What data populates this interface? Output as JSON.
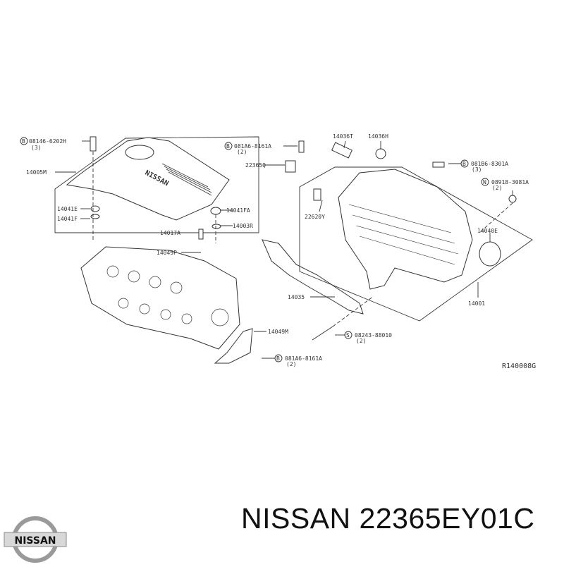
{
  "diagram": {
    "ref_code": "R140008G",
    "cover_brand": "NISSAN",
    "labels": {
      "bolt_cover": {
        "code": "08146-6202H",
        "qty": "(3)",
        "prefix": "B"
      },
      "cover": "14005M",
      "grommet_e": "14041E",
      "grommet_f": "14041F",
      "grommet_fa": "14041FA",
      "bolt_r": "14003R",
      "bolt_a": "14017A",
      "bracket_p": "14049P",
      "bolt_sensor": {
        "code": "081A6-8161A",
        "qty": "(2)",
        "prefix": "B"
      },
      "sensor": "22365Q",
      "top_left": "14036T",
      "top_right": "14036H",
      "valve": "22620Y",
      "bolt_manifold": {
        "code": "081B6-8301A",
        "qty": "(3)",
        "prefix": "B"
      },
      "nut": {
        "code": "08918-3081A",
        "qty": "(2)",
        "prefix": "N"
      },
      "gasket_ring": "14040E",
      "gasket": "14035",
      "manifold": "14001",
      "bracket_m": "14049M",
      "stud": {
        "code": "08243-88010",
        "qty": "(2)",
        "prefix": "S"
      },
      "bolt_bracket": {
        "code": "081A6-8161A",
        "qty": "(2)",
        "prefix": "B"
      }
    }
  },
  "logo": {
    "text": "NISSAN"
  },
  "caption": "NISSAN 22365EY01C"
}
